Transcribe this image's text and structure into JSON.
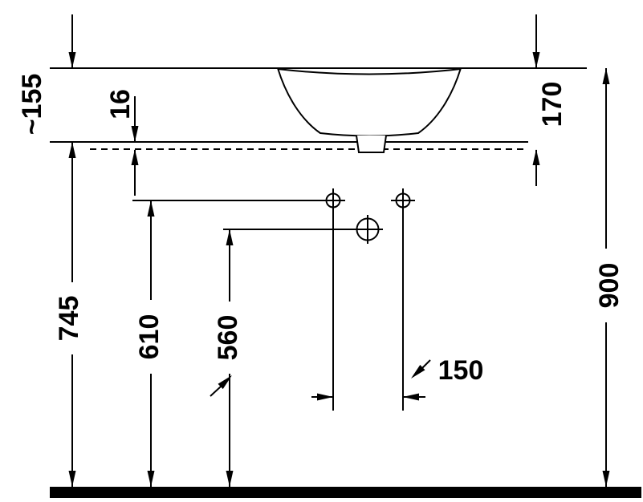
{
  "diagram": {
    "colors": {
      "ink": "#000000",
      "background": "#ffffff"
    },
    "dimensions": {
      "dim_155": "~155",
      "dim_16": "16",
      "dim_170": "170",
      "dim_745": "745",
      "dim_610": "610",
      "dim_560": "560",
      "dim_150": "150",
      "dim_900": "900"
    }
  }
}
